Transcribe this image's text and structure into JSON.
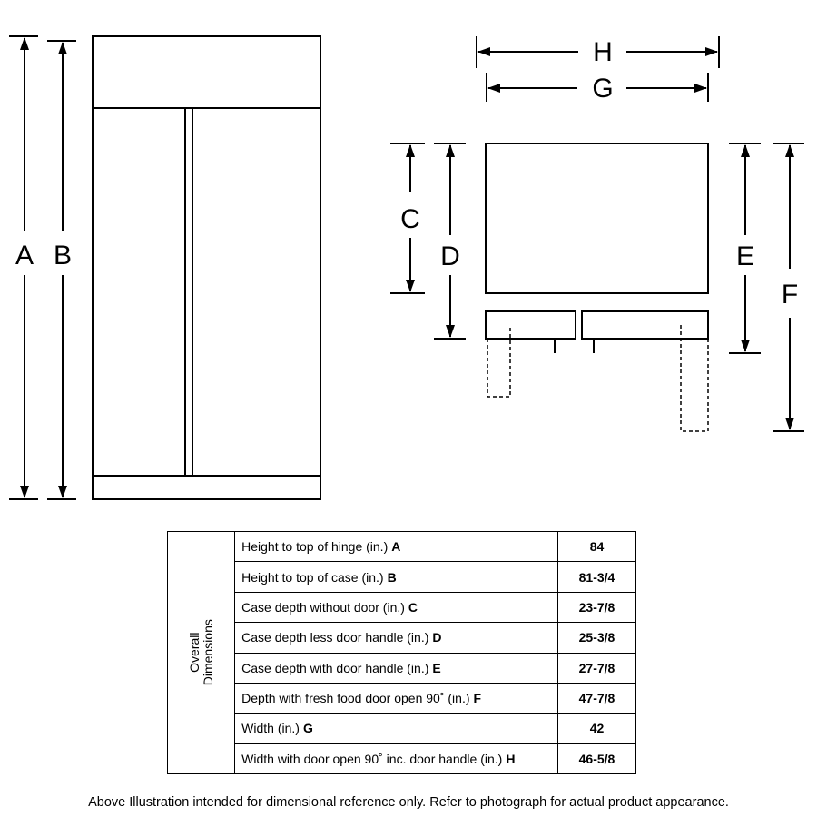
{
  "diagram": {
    "letters": {
      "a": "A",
      "b": "B",
      "c": "C",
      "d": "D",
      "e": "E",
      "f": "F",
      "g": "G",
      "h": "H"
    }
  },
  "table": {
    "group_label": "Overall\nDimensions",
    "rows": [
      {
        "label": "Height to top of hinge (in.)",
        "letter": "A",
        "value": "84"
      },
      {
        "label": "Height to top of case (in.)",
        "letter": "B",
        "value": "81-3/4"
      },
      {
        "label": "Case depth without door (in.)",
        "letter": "C",
        "value": "23-7/8"
      },
      {
        "label": "Case depth less door handle (in.)",
        "letter": "D",
        "value": "25-3/8"
      },
      {
        "label": "Case depth with door handle (in.)",
        "letter": "E",
        "value": "27-7/8"
      },
      {
        "label": "Depth with fresh food door open 90˚ (in.)",
        "letter": "F",
        "value": "47-7/8"
      },
      {
        "label": "Width (in.)",
        "letter": "G",
        "value": "42"
      },
      {
        "label": "Width with door open 90˚ inc. door handle (in.)",
        "letter": "H",
        "value": "46-5/8"
      }
    ]
  },
  "disclaimer": "Above Illustration intended for dimensional reference only. Refer to photograph for actual product appearance."
}
